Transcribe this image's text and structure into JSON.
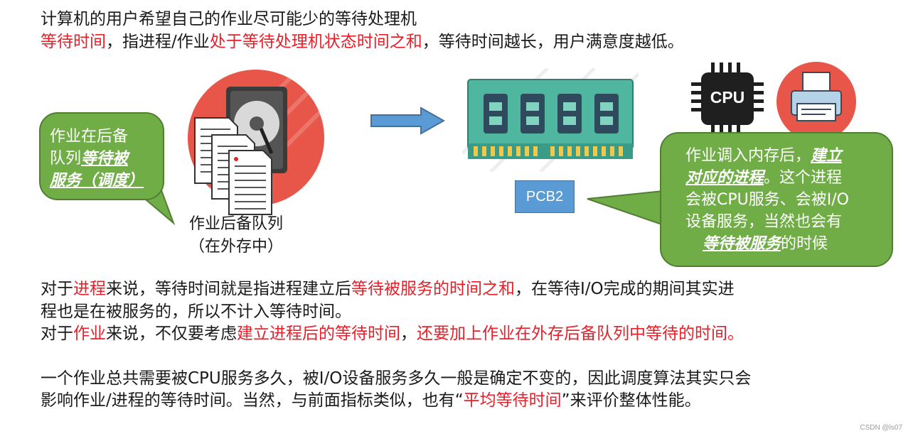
{
  "header": {
    "line1": "计算机的用户希望自己的作业尽可能少的等待处理机",
    "line2": [
      {
        "t": "等待时间",
        "red": true
      },
      {
        "t": "，指进程/作业",
        "red": false
      },
      {
        "t": "处于等待处理机状态时间之和",
        "red": true
      },
      {
        "t": "，等待时间越长，用户满意度越低。",
        "red": false
      }
    ]
  },
  "left_bubble": {
    "line1": "作业在后备",
    "line2_plain": "队列",
    "line2_em": "等待被",
    "line3_em": "服务（调度）"
  },
  "queue_caption": {
    "line1": "作业后备队列",
    "line2": "（在外存中）"
  },
  "pcb_label": "PCB2",
  "cpu_label": "CPU",
  "right_bubble": {
    "line1_plain": "作业调入内存后，",
    "line1_em": "建立",
    "line2_em": "对应的进程",
    "line2_plain": "。这个进程",
    "line3": "会被CPU服务、会被I/O",
    "line4": "设备服务，当然也会有",
    "line5_em": "等待被服务",
    "line5_plain": "的时候"
  },
  "body": {
    "p1a": [
      {
        "t": "对于",
        "red": false
      },
      {
        "t": "进程",
        "red": true
      },
      {
        "t": "来说，等待时间就是指进程建立后",
        "red": false
      },
      {
        "t": "等待被服务的时间之和",
        "red": true
      },
      {
        "t": "，在等待I/O完成的期间其实进",
        "red": false
      }
    ],
    "p1b": "程也是在被服务的，所以不计入等待时间。",
    "p2": [
      {
        "t": "对于",
        "red": false
      },
      {
        "t": "作业",
        "red": true
      },
      {
        "t": "来说，不仅要考虑",
        "red": false
      },
      {
        "t": "建立进程后的等待时间",
        "red": true
      },
      {
        "t": "，",
        "red": false
      },
      {
        "t": "还要加上作业在外存后备队列中等待的时间。",
        "red": true
      }
    ],
    "p3a": "一个作业总共需要被CPU服务多久，被I/O设备服务多久一般是确定不变的，因此调度算法其实只会",
    "p3b": [
      {
        "t": "影响作业/进程的等待时间。当然，与前面指标类似，也有“",
        "red": false
      },
      {
        "t": "平均等待时间",
        "red": true
      },
      {
        "t": "”来评价整体性能。",
        "red": false
      }
    ]
  },
  "watermark": "CSDN @ls07",
  "colors": {
    "red": "#e8202a",
    "bubble_green": "#70ad47",
    "pcb_blue": "#5b9bd5",
    "arrow_blue": "#5b9bd5",
    "disk_circle": "#e8564a",
    "memory_board": "#4fb7a0"
  }
}
